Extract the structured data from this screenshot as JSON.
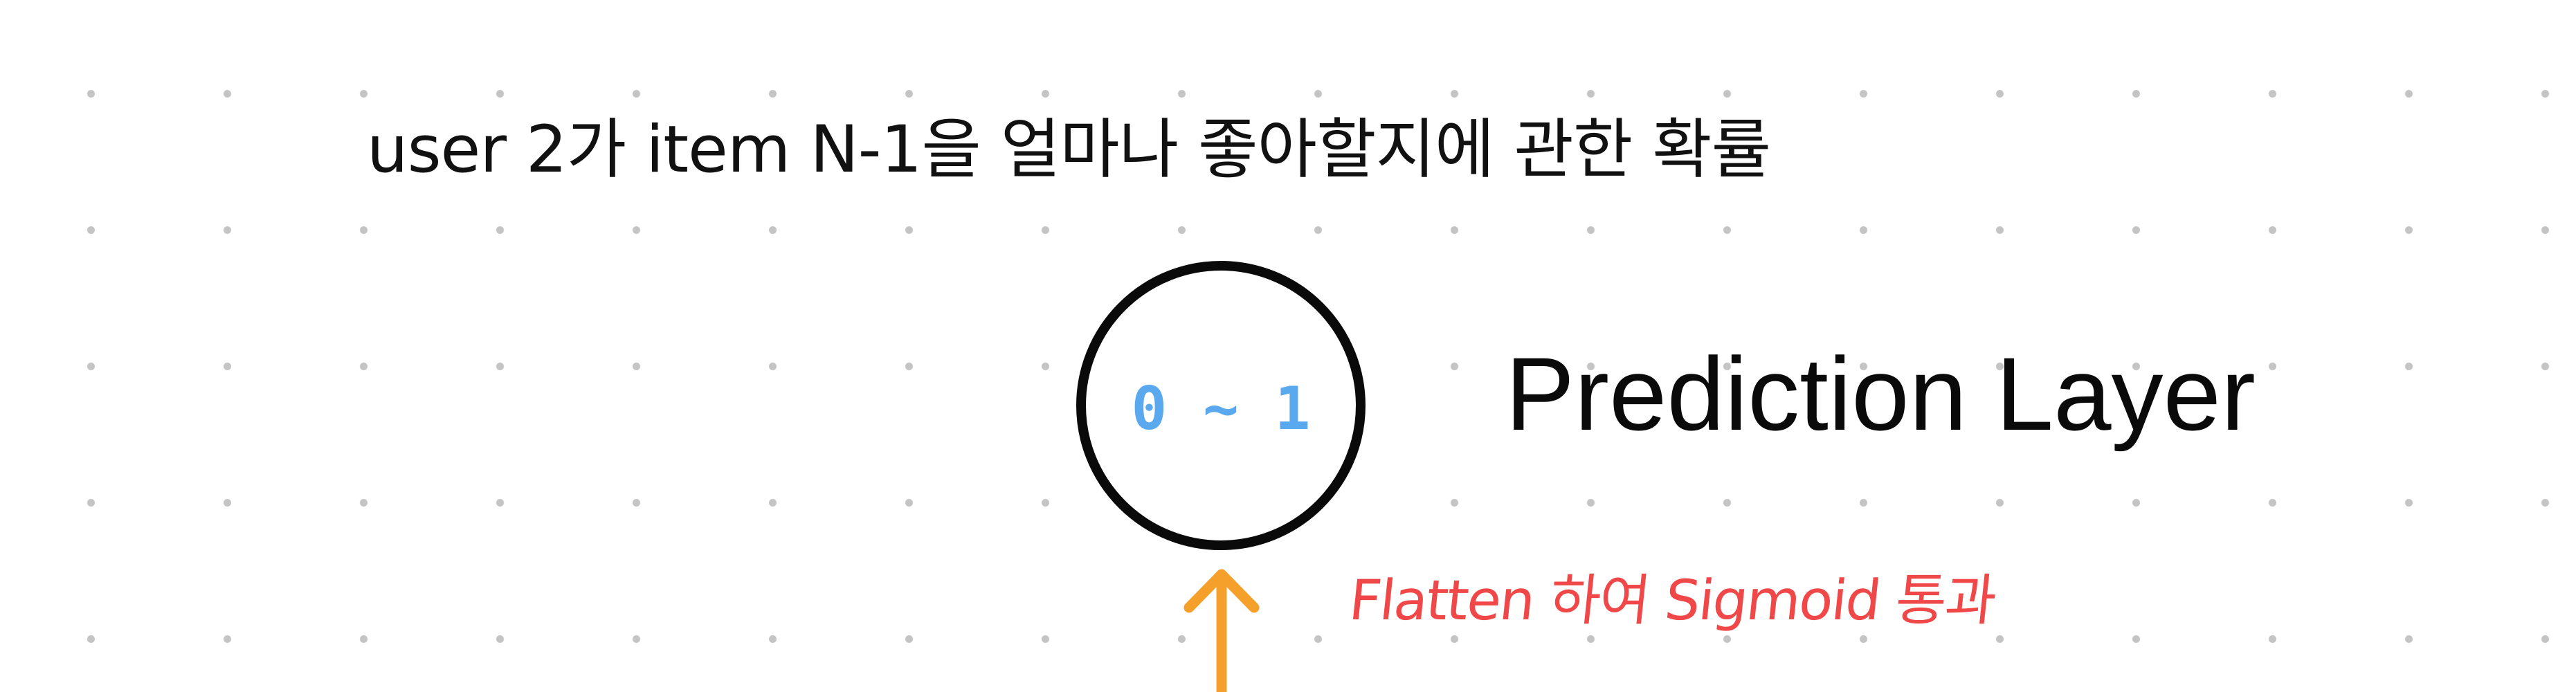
{
  "title": "user 2가 item N-1을 얼마나 좋아할지에 관한 확률",
  "node": {
    "value_label": "0 ~ 1"
  },
  "layer_label": "Prediction Layer",
  "annotation": "Flatten 하여 Sigmoid 통과",
  "colors": {
    "node_value": "#5aa9ee",
    "annotation": "#f04848",
    "arrow": "#f5a02a",
    "grid_dot": "#c4c4c4"
  },
  "icons": {
    "arrow": "arrow-up-icon"
  }
}
